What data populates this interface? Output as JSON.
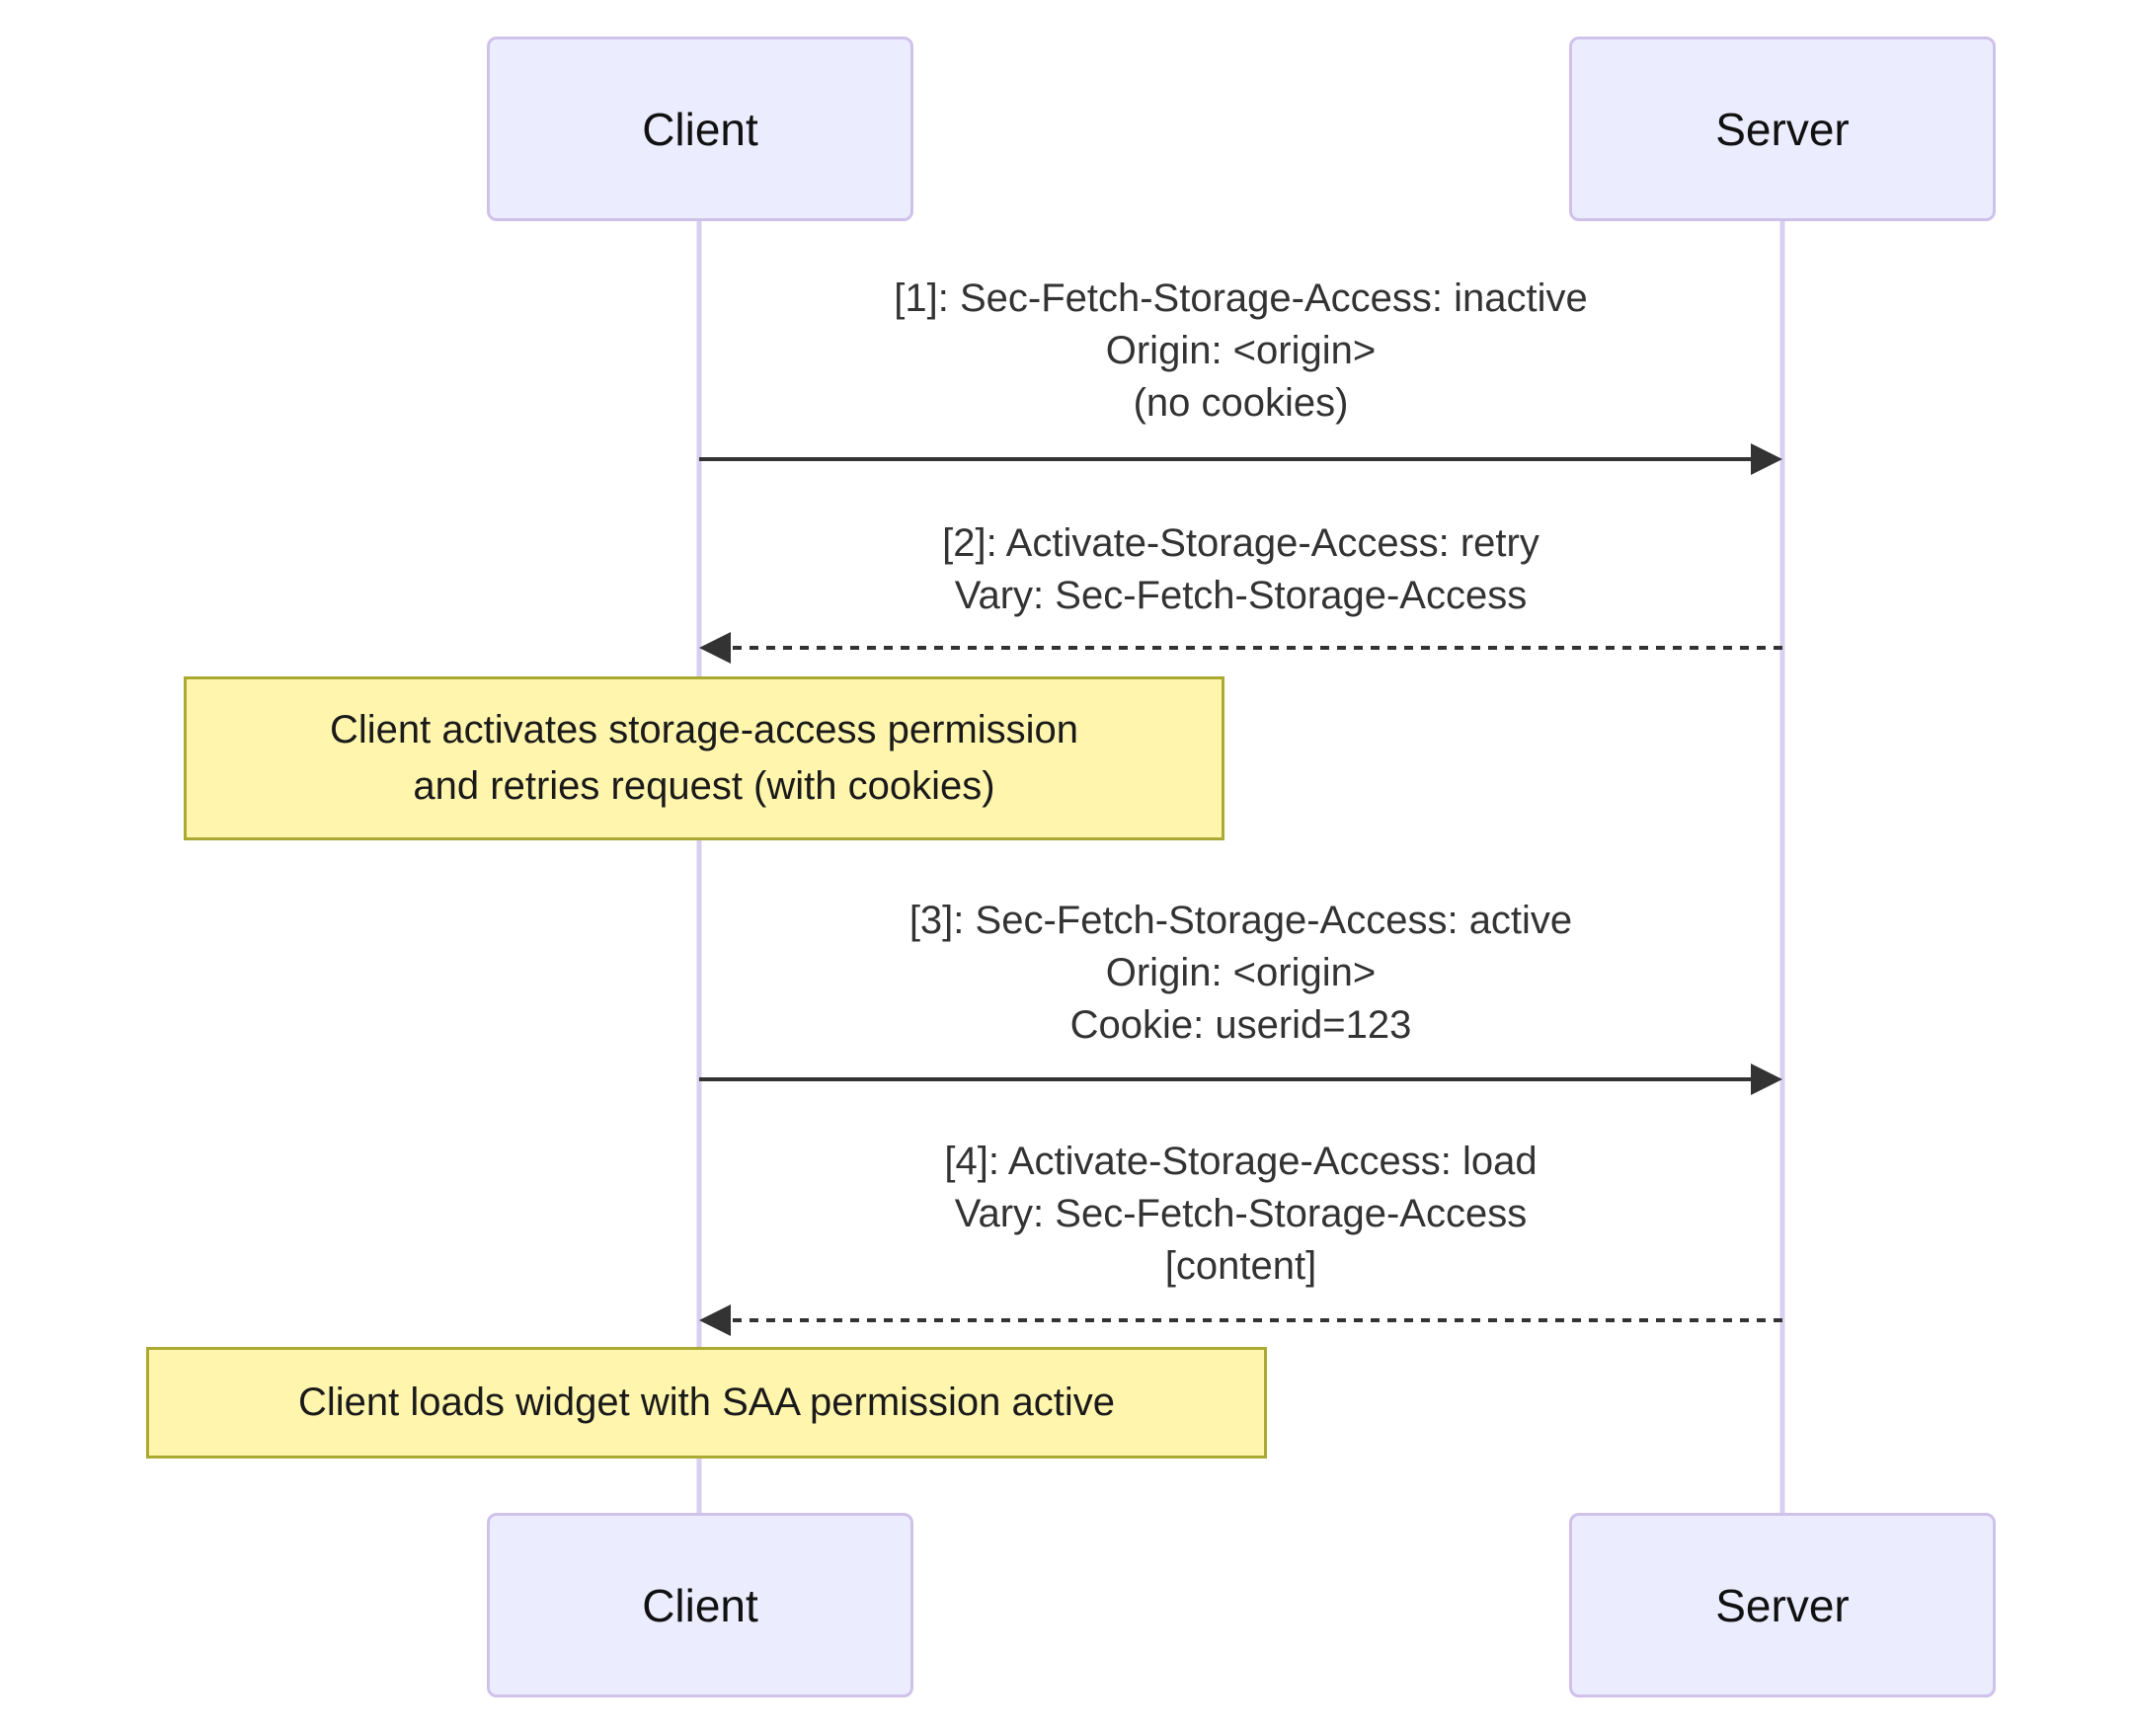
{
  "diagram": {
    "type": "sequence-diagram",
    "actors": [
      {
        "id": "client",
        "label": "Client"
      },
      {
        "id": "server",
        "label": "Server"
      }
    ],
    "messages": [
      {
        "from": "client",
        "to": "server",
        "line_style": "solid",
        "direction": "right",
        "lines": [
          "[1]: Sec-Fetch-Storage-Access: inactive",
          "Origin: <origin>",
          "(no cookies)"
        ]
      },
      {
        "from": "server",
        "to": "client",
        "line_style": "dashed",
        "direction": "left",
        "lines": [
          "[2]: Activate-Storage-Access: retry",
          "Vary: Sec-Fetch-Storage-Access"
        ]
      },
      {
        "from": "client",
        "to": "server",
        "line_style": "solid",
        "direction": "right",
        "lines": [
          "[3]: Sec-Fetch-Storage-Access: active",
          "Origin: <origin>",
          "Cookie: userid=123"
        ]
      },
      {
        "from": "server",
        "to": "client",
        "line_style": "dashed",
        "direction": "left",
        "lines": [
          "[4]: Activate-Storage-Access: load",
          "Vary: Sec-Fetch-Storage-Access",
          "[content]"
        ]
      }
    ],
    "notes": [
      {
        "over": "client",
        "lines": [
          "Client activates storage-access permission",
          "and retries request (with cookies)"
        ]
      },
      {
        "over": "client",
        "lines": [
          "Client loads widget with SAA permission active"
        ]
      }
    ],
    "colors": {
      "background": "#FFFFFF",
      "actor_fill": "#ECECFF",
      "actor_border": "#D0C1EA",
      "lifeline": "#D9CFF0",
      "message_text": "#333333",
      "arrow": "#333333",
      "note_fill": "#FFF5AD",
      "note_border": "#AAAA33"
    }
  }
}
